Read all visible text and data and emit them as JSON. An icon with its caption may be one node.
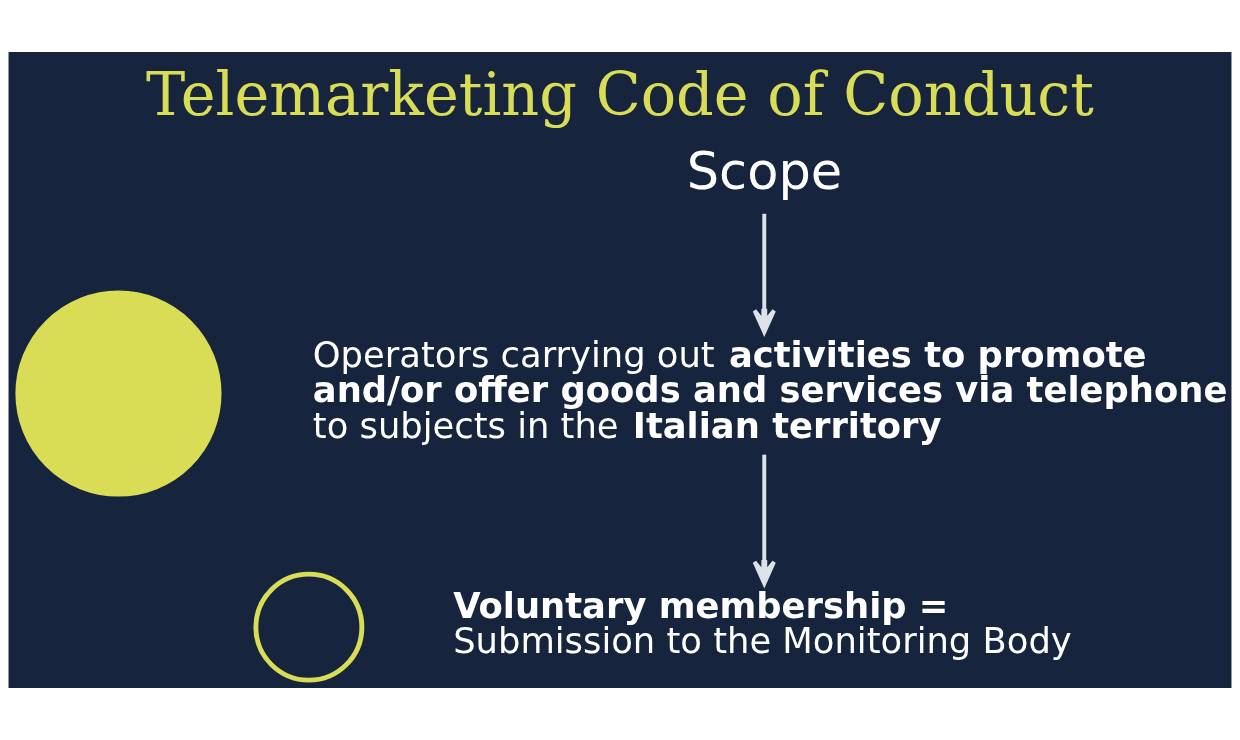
{
  "diagram": {
    "title": "Telemarketing Code of Conduct",
    "nodes": [
      {
        "text": [
          "Scope"
        ]
      },
      {
        "text": [],
        "shape": "circle"
      },
      {
        "text": [
          "Operators carrying out **activities to promote and/or offer goods and services via telephone** to subjects in the **Italian territory**"
        ]
      },
      {
        "text": [],
        "shape": "circle"
      },
      {
        "text": [
          "Voluntary membership =",
          "Submission to the Monitoring Body"
        ]
      }
    ],
    "edges": [
      {
        "from": 0,
        "to": 2,
        "arrow": "to"
      },
      {
        "from": 2,
        "to": 4,
        "arrow": "to"
      }
    ]
  }
}
